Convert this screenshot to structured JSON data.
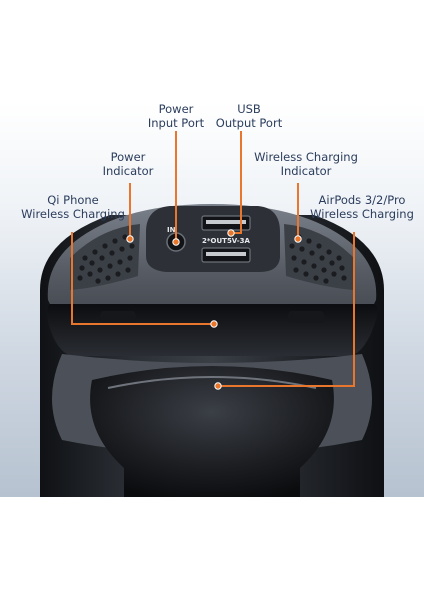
{
  "labels": {
    "power_input_port": "Power\nInput Port",
    "usb_output_port": "USB\nOutput Port",
    "power_indicator": "Power\nIndicator",
    "wireless_charging_indicator": "Wireless Charging\nIndicator",
    "qi_phone_wireless_charging": "Qi Phone\nWireless Charging",
    "airpods_wireless_charging": "AirPods 3/2/Pro\nWireless Charging"
  },
  "device_markings": {
    "input_port": "IN",
    "usb_output": "2*OUT5V-3A"
  },
  "colors": {
    "callout_line": "#e8762c",
    "label_text": "#2b3d5c",
    "device_body": "#23262b",
    "device_top": "#4a4f57"
  }
}
